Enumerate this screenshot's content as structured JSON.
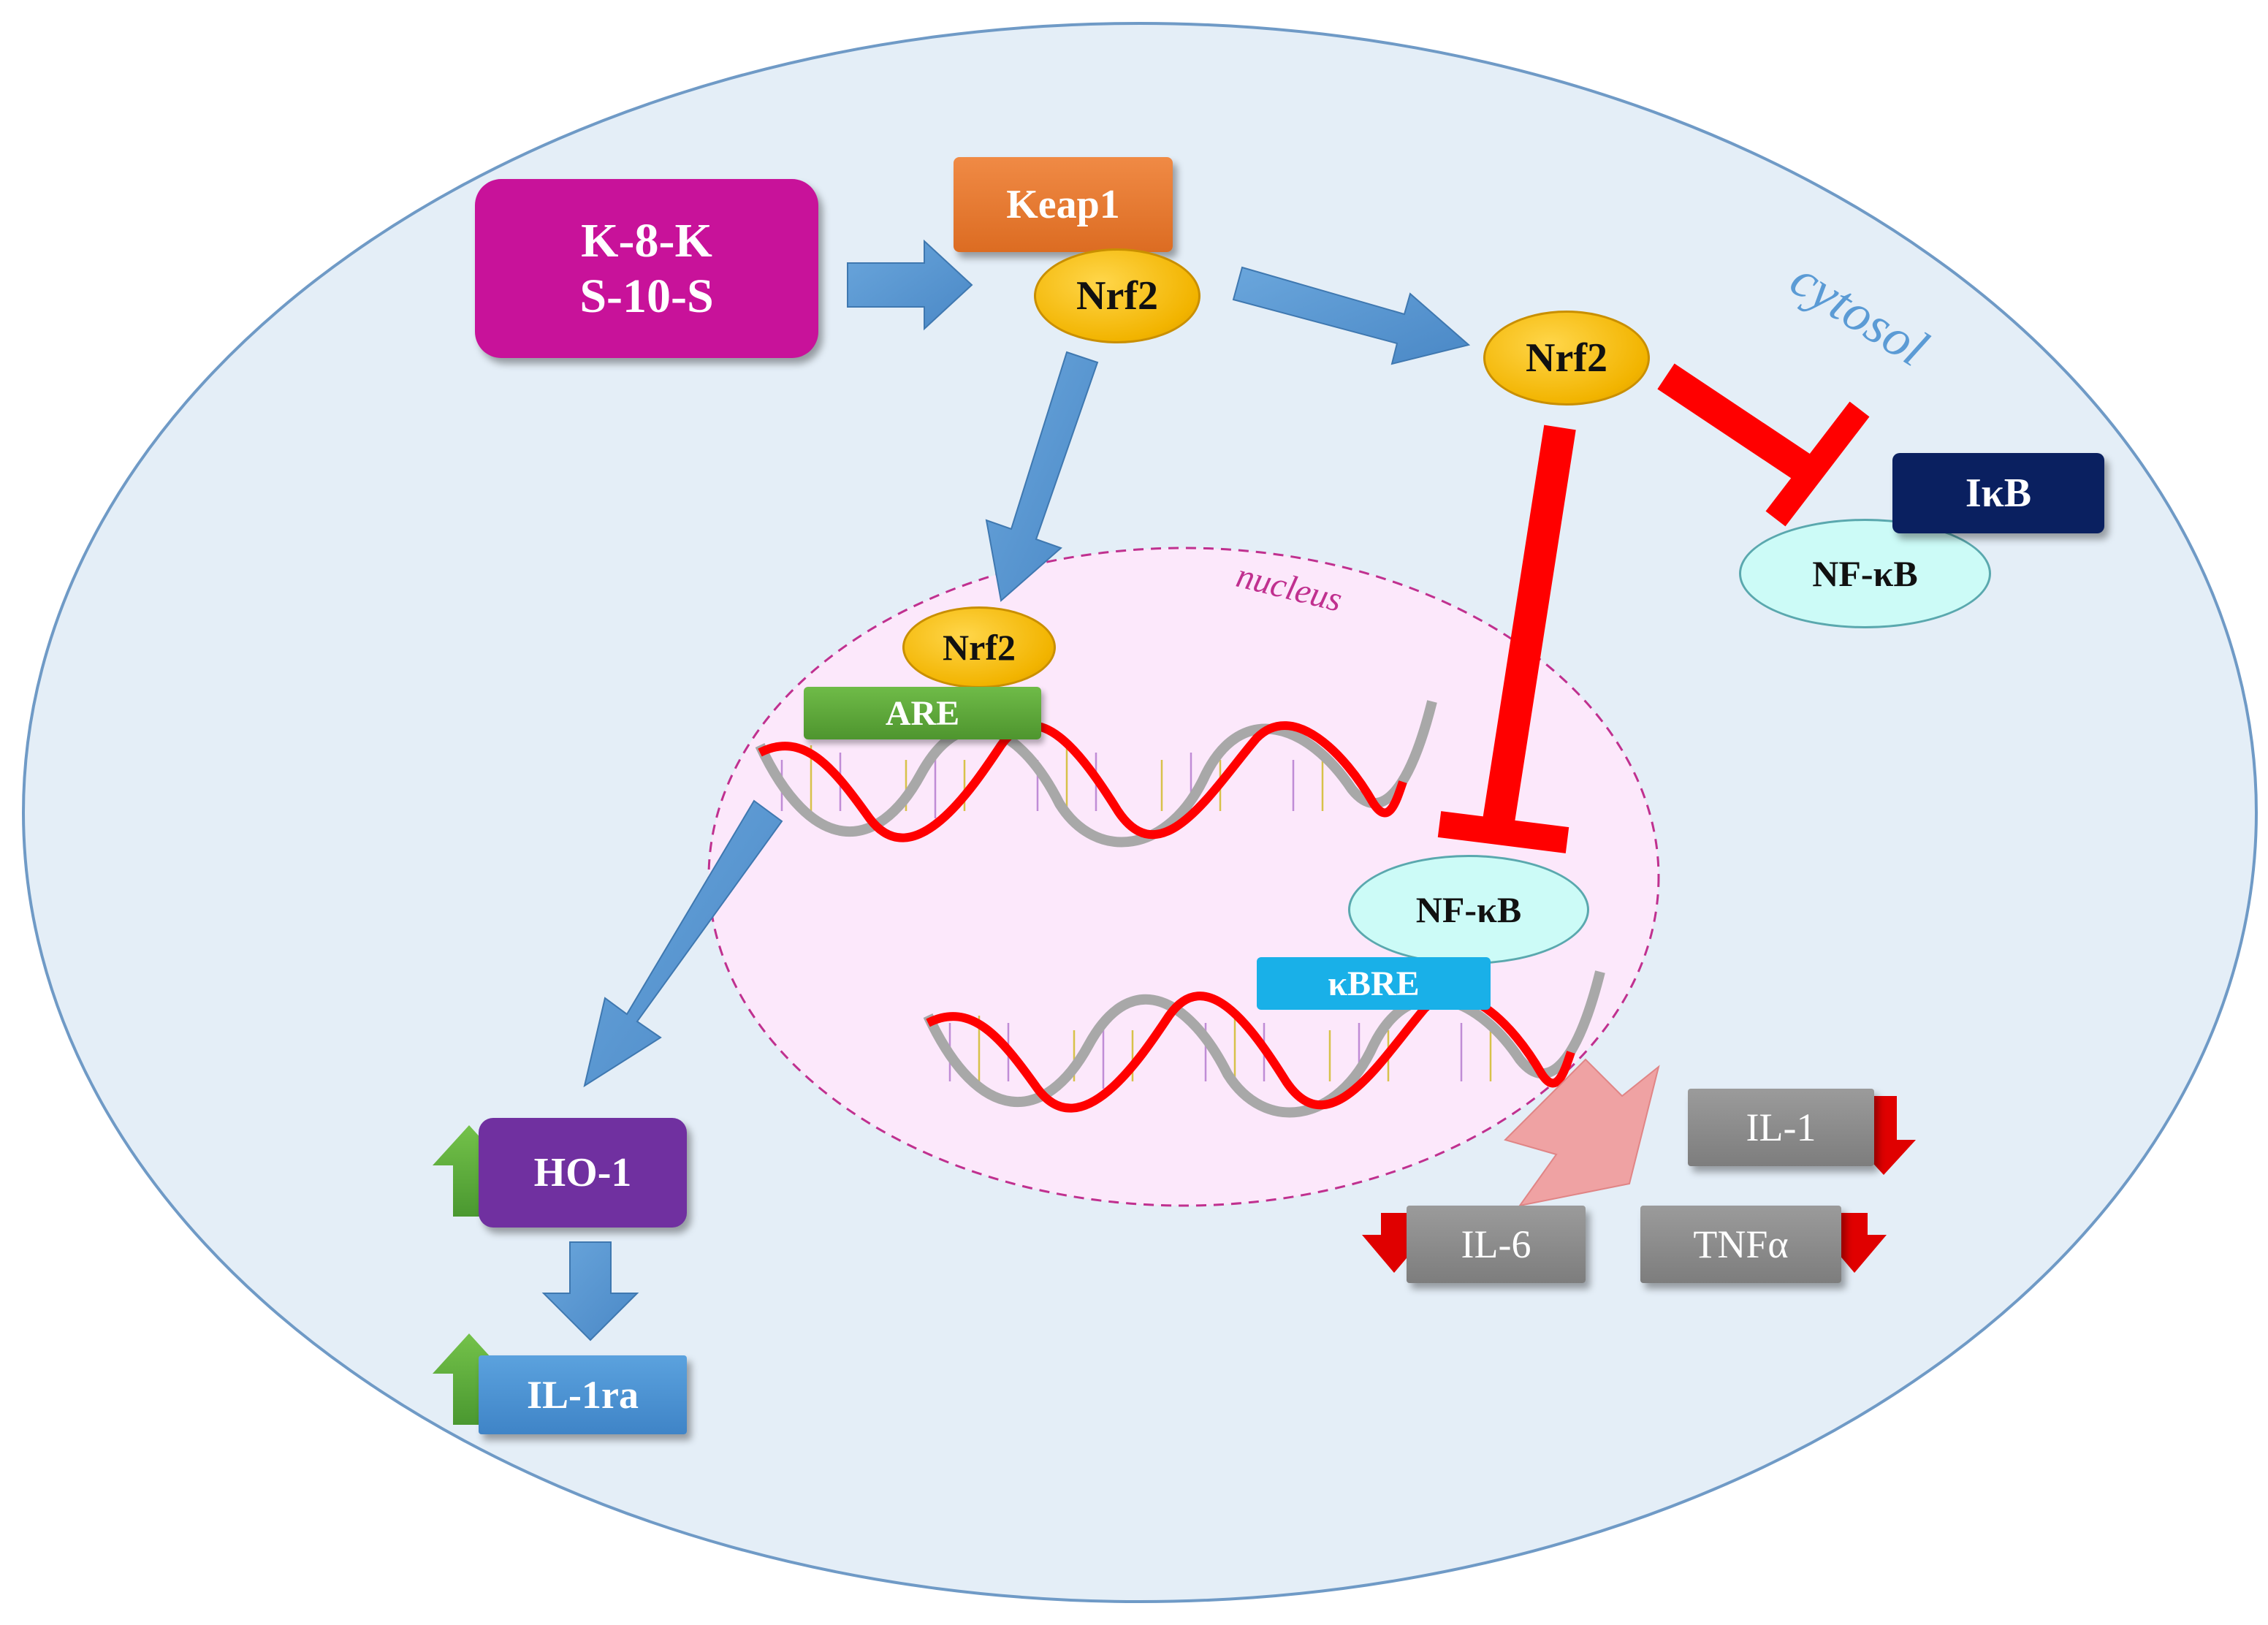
{
  "compartments": {
    "cytosol": "cytosol",
    "nucleus": "nucleus"
  },
  "compound": {
    "line1": "K-8-K",
    "line2": "S-10-S"
  },
  "keap1": "Keap1",
  "nrf2_complex": "Nrf2",
  "nrf2_free": "Nrf2",
  "nrf2_nuclear": "Nrf2",
  "are": "ARE",
  "ikb": "IκB",
  "nfkb_cyto": "NF-κB",
  "nfkb_nuclear": "NF-κB",
  "kbre": "κBRE",
  "ho1": "HO-1",
  "il1ra": "IL-1ra",
  "cytokines": {
    "il1": "IL-1",
    "il6": "IL-6",
    "tnfa": "TNFα"
  },
  "colors": {
    "cytosol_fill": "#e4eef7",
    "nucleus_fill": "#fce8fb",
    "nucleus_border": "#c0308f",
    "compound": "#c8129a",
    "keap1": "#ed7d31",
    "are": "#5fa83c",
    "kbre": "#19b0e8",
    "ikb": "#0a2060",
    "ho1": "#7030a0",
    "il1ra": "#4e97d6",
    "activate_arrow": "#5b9bd5",
    "inhibit": "#ff0000",
    "up_arrow": "#5fae3d",
    "down_arrow": "#e00000"
  }
}
